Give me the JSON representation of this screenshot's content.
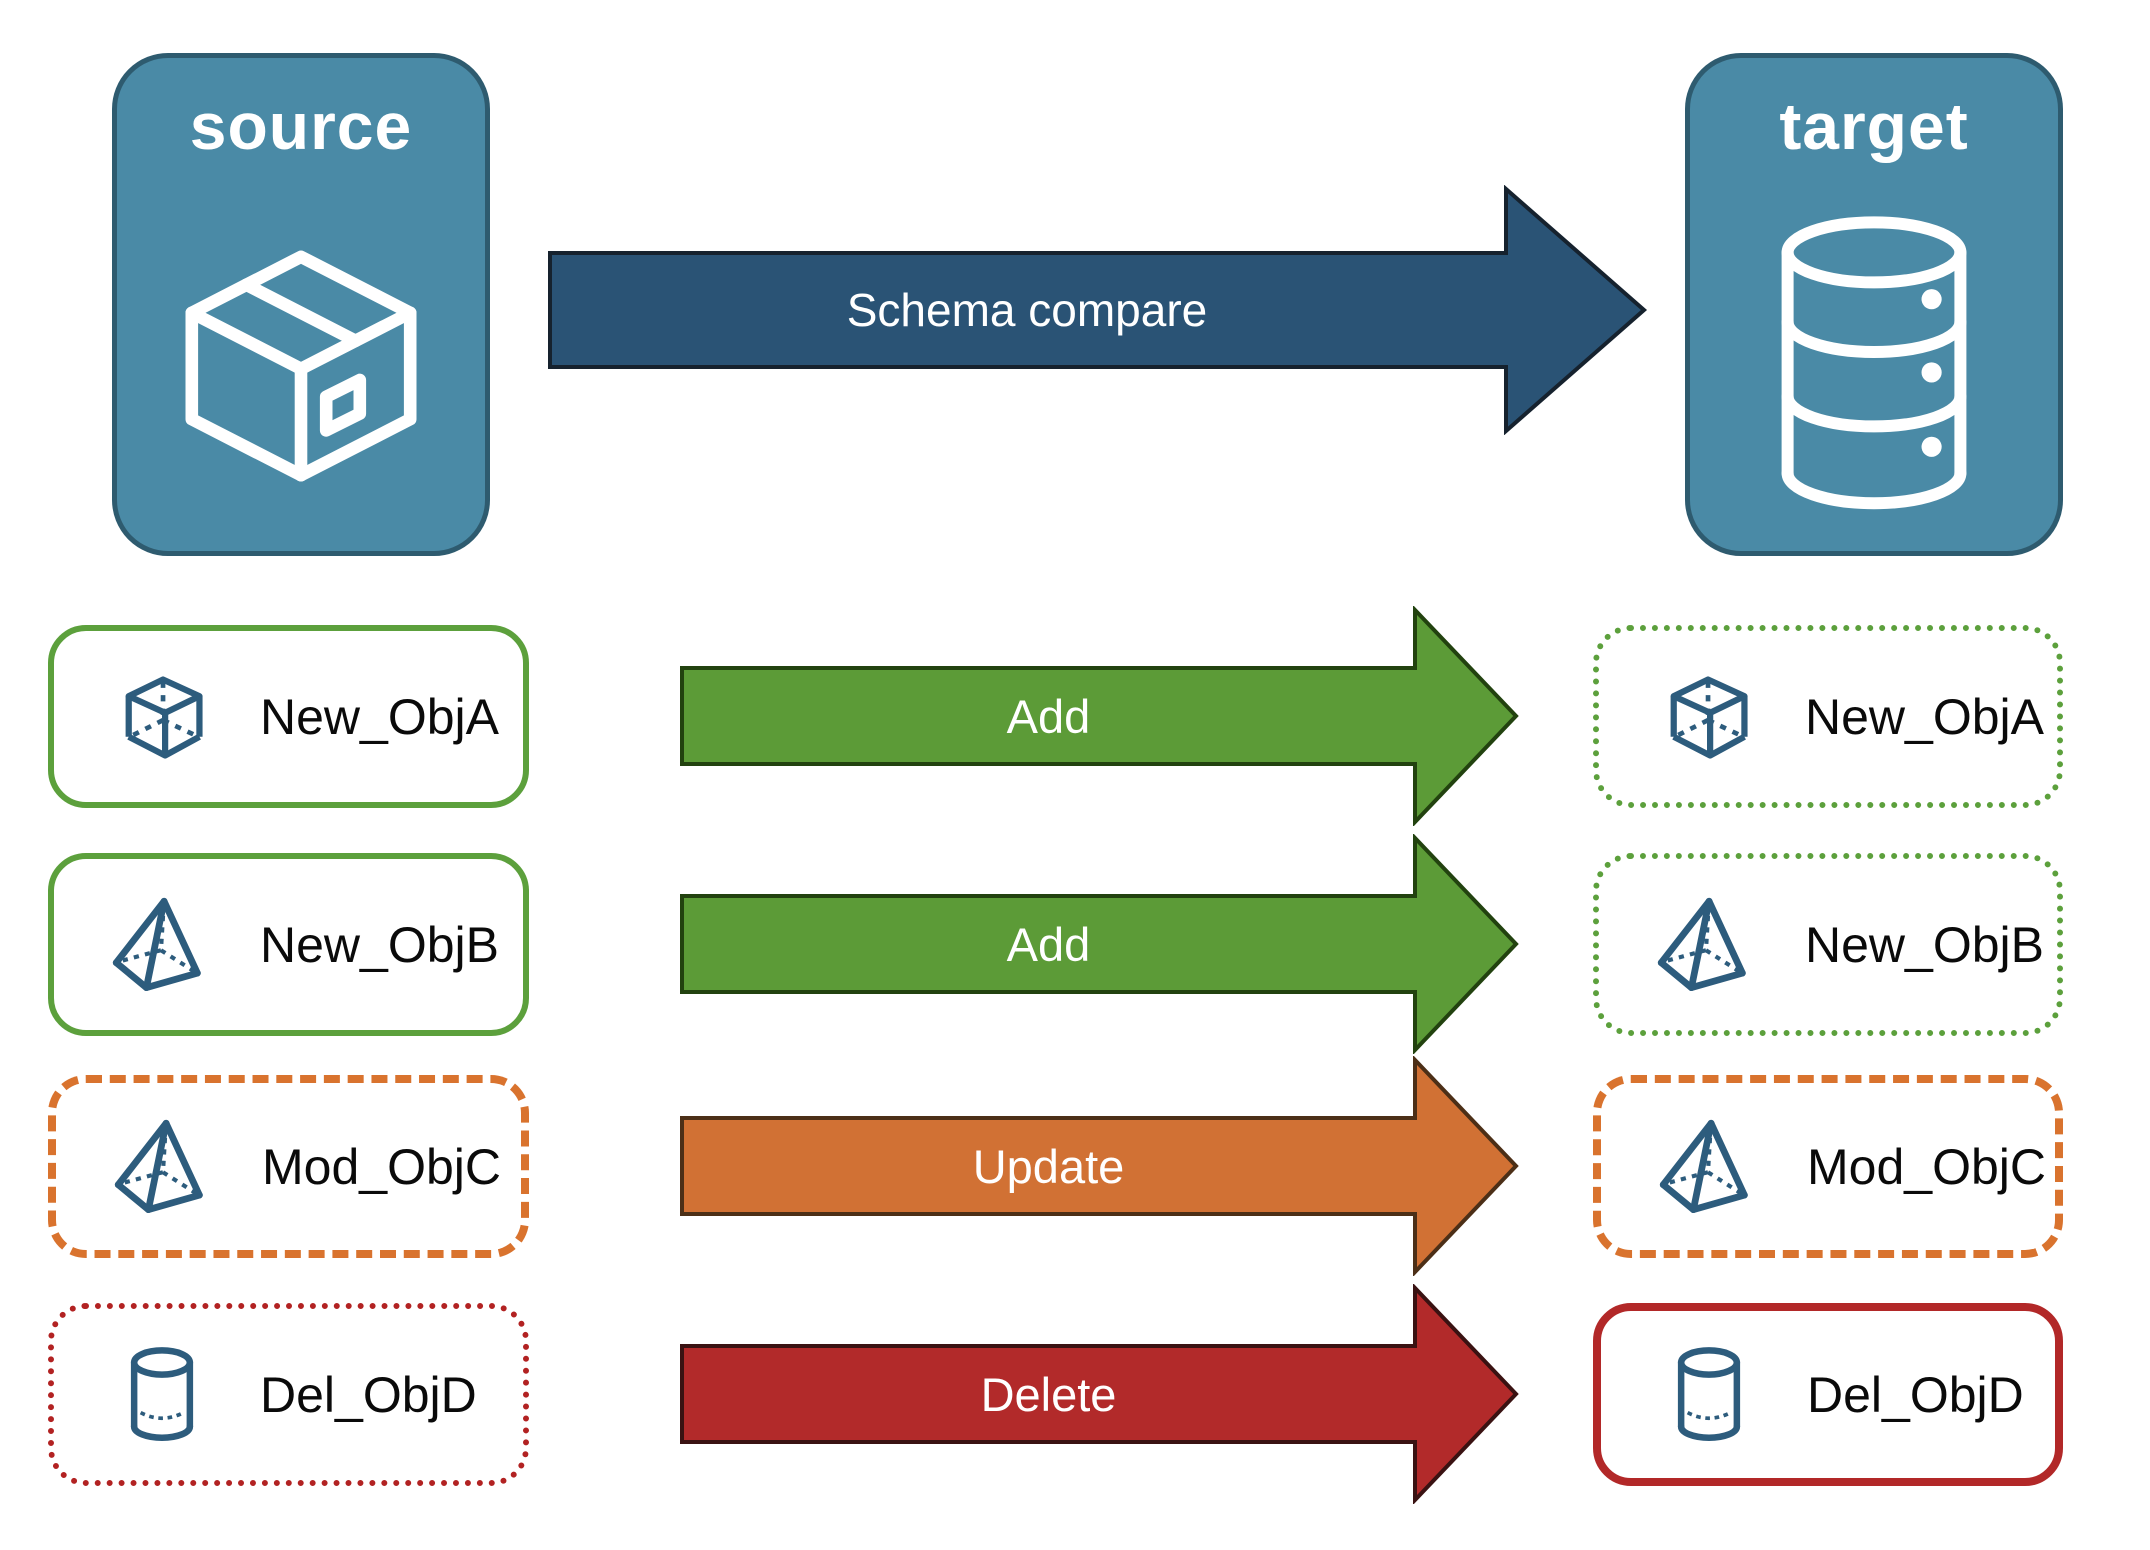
{
  "source": {
    "label": "source",
    "icon": "package-icon"
  },
  "target": {
    "label": "target",
    "icon": "database-icon"
  },
  "compare": {
    "label": "Schema compare"
  },
  "rows": [
    {
      "name": "New_ObjA",
      "action": "Add",
      "icon": "cube-icon",
      "status": "new",
      "source_border": "solid-green",
      "target_border": "dotted-green"
    },
    {
      "name": "New_ObjB",
      "action": "Add",
      "icon": "pyramid-icon",
      "status": "new",
      "source_border": "solid-green",
      "target_border": "dotted-green"
    },
    {
      "name": "Mod_ObjC",
      "action": "Update",
      "icon": "pyramid-icon",
      "status": "modified",
      "source_border": "dashed-orange",
      "target_border": "dashed-orange"
    },
    {
      "name": "Del_ObjD",
      "action": "Delete",
      "icon": "cylinder-icon",
      "status": "deleted",
      "source_border": "dotted-red",
      "target_border": "solid-red"
    }
  ],
  "colors": {
    "node_fill": "#4A8AA6",
    "node_border": "#2E5B6F",
    "compare_arrow_fill": "#2A5375",
    "compare_arrow_border": "#16222E",
    "add_arrow_fill": "#5C9B37",
    "add_arrow_border": "#22420F",
    "update_arrow_fill": "#D17134",
    "update_arrow_border": "#4C2F17",
    "delete_arrow_fill": "#B22A2A",
    "delete_arrow_border": "#3A1212",
    "new_object_border": "#5CA03C",
    "modified_object_border": "#D9732E",
    "deleted_object_border": "#B22222",
    "object_icon_stroke": "#2D5C7D",
    "arrow_text": "#ffffff",
    "object_text": "#0a0a0a"
  }
}
